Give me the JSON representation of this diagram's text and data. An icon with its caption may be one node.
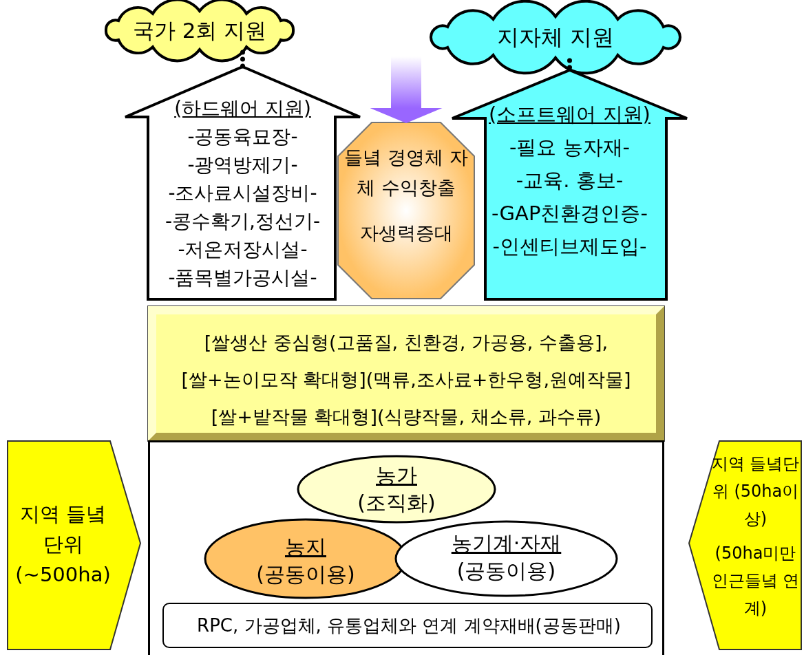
{
  "diagram": {
    "nodes": [
      {
        "text": [
          "국가 2회 지원"
        ]
      },
      {
        "text": [
          "(하드웨어 지원)",
          "-공동육묘장-",
          "-광역방제기-",
          "-조사료시설장비-",
          "-콩수확기,정선기-",
          "-저온저장시설-",
          "-품목별가공시설-"
        ]
      },
      {
        "text": [
          "들녘 경영체 자체 수익창출",
          "자생력증대"
        ]
      },
      {
        "text": [
          "지자체 지원"
        ]
      },
      {
        "text": [
          "(소프트웨어 지원)",
          "-필요 농자재-",
          "-교육. 홍보-",
          "-GAP친환경인증-",
          "-인센티브제도입-"
        ]
      },
      {
        "text": [
          "[쌀생산 중심형(고품질, 친환경, 가공용, 수출용],",
          "[쌀+논이모작 확대형](맥류,조사료+한우형,원예작물]",
          "[쌀+밭작물 확대형](식량작물, 채소류, 과수류)"
        ]
      },
      {
        "text": [],
        "shape": "box"
      },
      {
        "text": [
          "농가",
          "(조직화)"
        ],
        "in": 6
      },
      {
        "text": [
          "농지",
          "(공동이용)"
        ],
        "in": 6
      },
      {
        "text": [
          "농기계·자재",
          "(공동이용)"
        ],
        "in": 6
      },
      {
        "text": [
          "RPC, 가공업체, 유통업체와 연계 계약재배(공동판매)"
        ],
        "in": 6
      },
      {
        "text": [
          "지역 들녘단위 (~500ha)"
        ]
      },
      {
        "text": [
          "지역 들녘단위 (50ha이상)",
          "(50ha미만 인근들녘 연계)"
        ]
      }
    ],
    "edges": [
      {
        "from": 0,
        "to": 1,
        "arrow": "none",
        "style": "dashed"
      },
      {
        "from": 3,
        "to": 4,
        "arrow": "none",
        "style": "dashed"
      },
      {
        "from": null,
        "to": 2,
        "arrow": "to",
        "style": "thick",
        "color": "#9966ff"
      }
    ]
  }
}
